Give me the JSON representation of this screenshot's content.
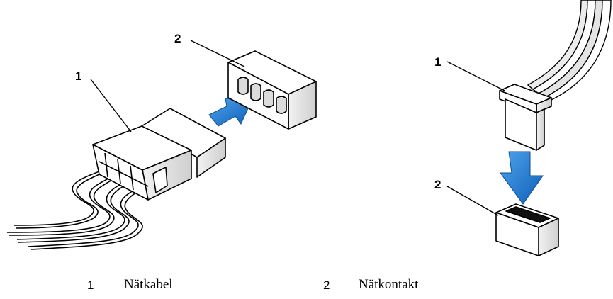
{
  "figure": {
    "left": {
      "callout_cable": "1",
      "callout_connector": "2"
    },
    "right": {
      "callout_cable": "1",
      "callout_connector": "2"
    },
    "colors": {
      "arrow": "#1a73cf",
      "outline": "#000000",
      "fill": "#ffffff",
      "shade": "#e6e6e6"
    }
  },
  "legend": {
    "items": [
      {
        "number": "1",
        "label": "Nätkabel"
      },
      {
        "number": "2",
        "label": "Nätkontakt"
      }
    ]
  }
}
